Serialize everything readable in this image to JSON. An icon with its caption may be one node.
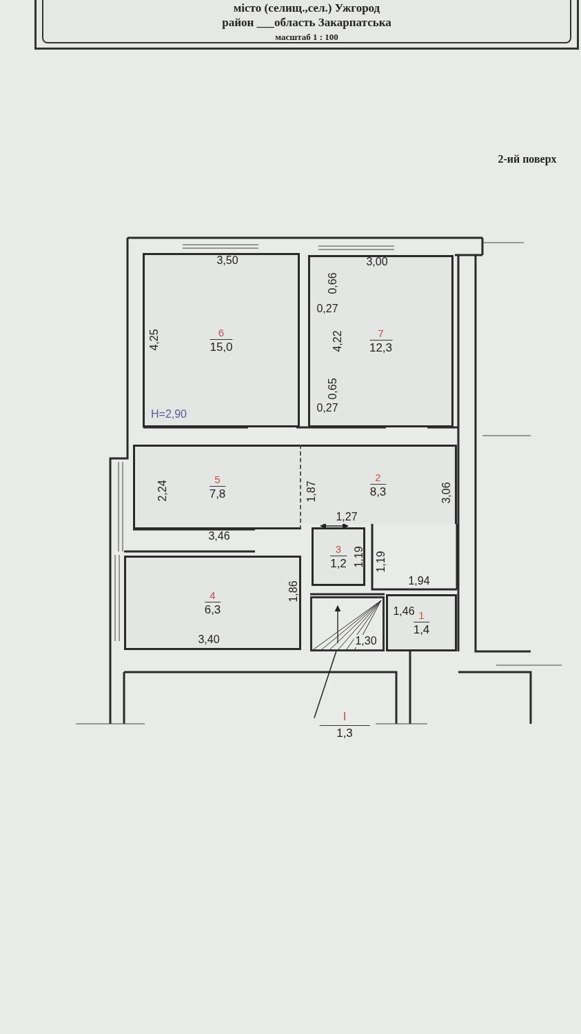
{
  "diagram": {
    "nodes": [
      {
        "text": [
          "місто (селищ.,сел.) Ужгород",
          "район ___область Закарпатська",
          "масштаб 1 : 100"
        ]
      },
      {
        "text": [
          "6",
          "15,0"
        ]
      },
      {
        "text": [
          "7",
          "12,3"
        ]
      },
      {
        "text": [
          "5",
          "7,8"
        ]
      },
      {
        "text": [
          "2",
          "8,3"
        ]
      },
      {
        "text": [
          "3",
          "1,2"
        ]
      },
      {
        "text": [
          "4",
          "6,3"
        ]
      },
      {
        "text": [
          "1",
          "1,4"
        ]
      },
      {
        "text": [],
        "shape": "stairs"
      },
      {
        "text": [
          "I",
          "1,3"
        ]
      }
    ],
    "edges": [
      {
        "from": 9,
        "to": 8,
        "arrow": "none"
      }
    ],
    "labels": [
      "2-ий поверх",
      "3,50",
      "3,00",
      "0,66",
      "0,27",
      "4,25",
      "4,22",
      "0,65",
      "0,27",
      "H=2,90",
      "2,24",
      "1,87",
      "3,06",
      "1,27",
      "3,46",
      "1,19",
      "1,19",
      "1,94",
      "1,86",
      "1,46",
      "3,40",
      "1,30"
    ]
  }
}
